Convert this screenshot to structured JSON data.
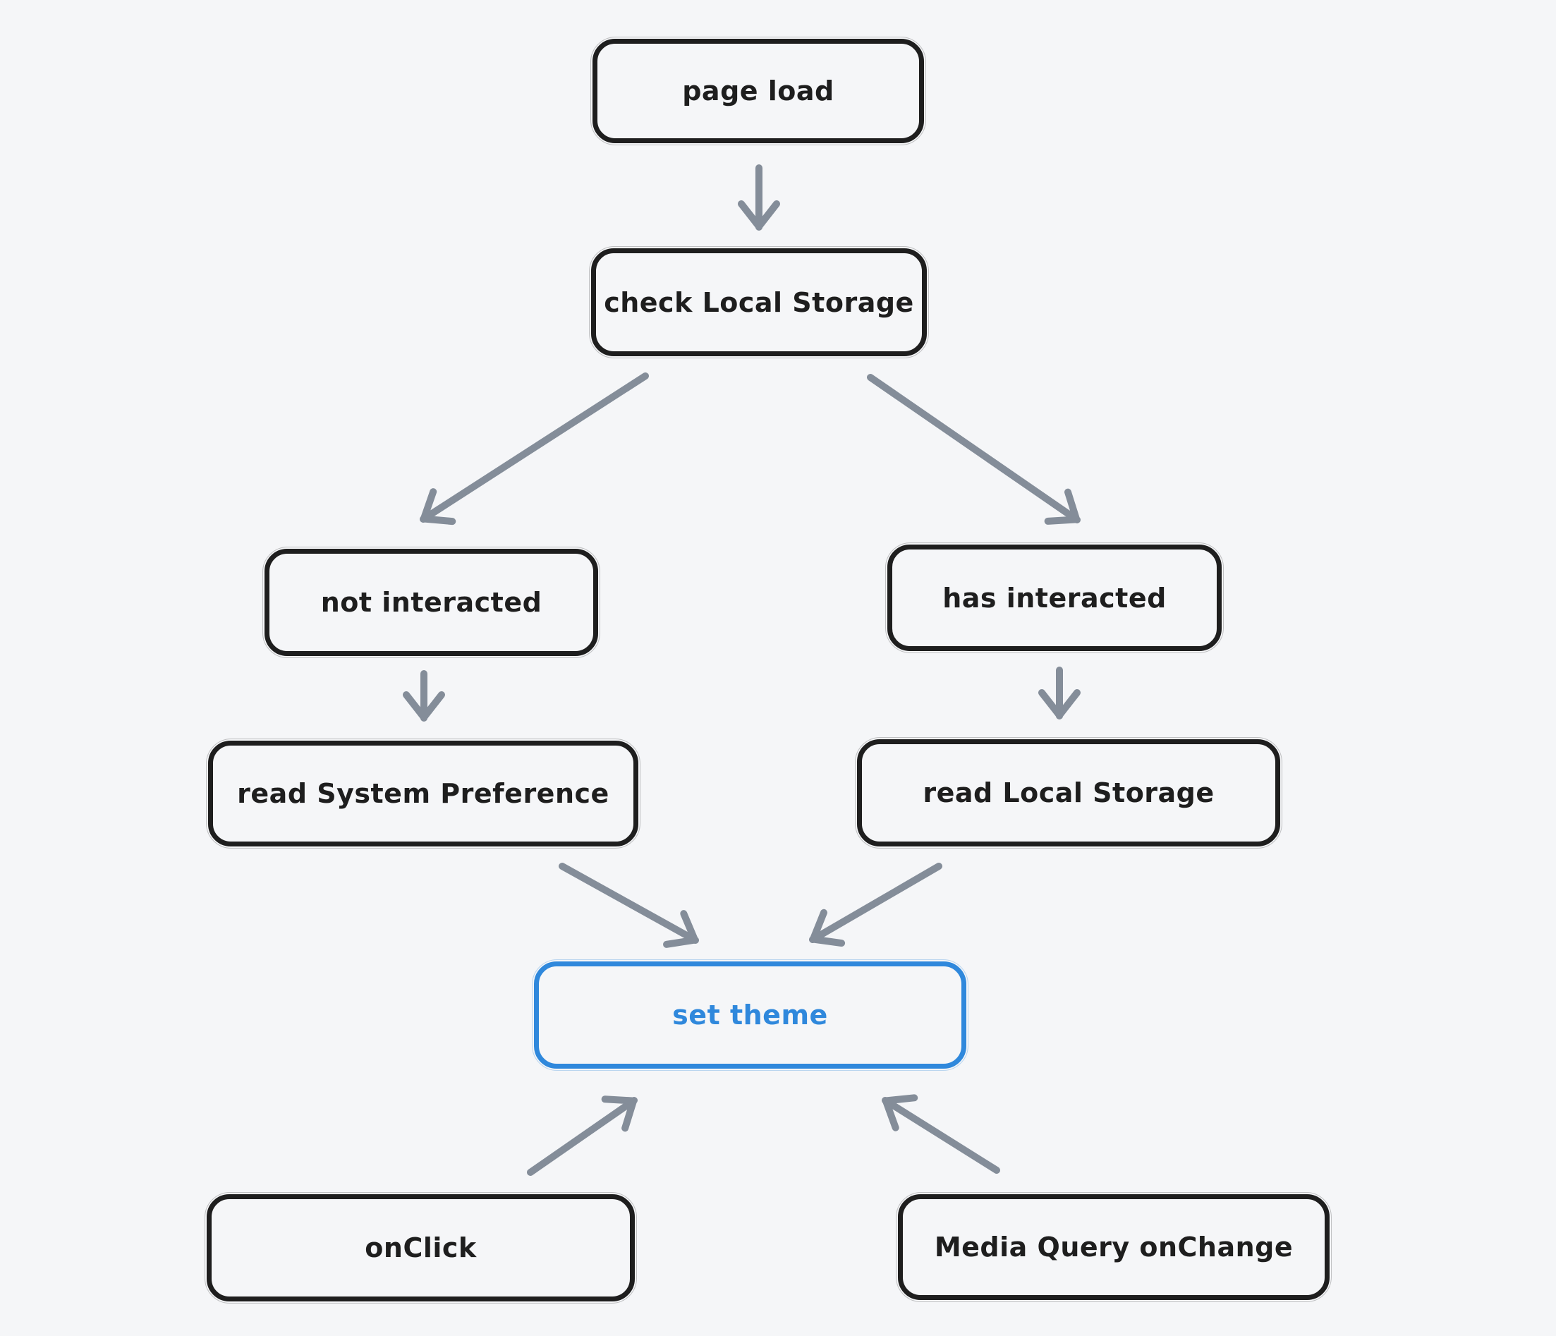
{
  "diagram": {
    "type": "flowchart",
    "background_color": "#f5f6f8",
    "node_stroke_color": "#1e1e1e",
    "accent_color": "#2f88dc",
    "arrow_color": "#848d99",
    "nodes": [
      {
        "id": "page-load",
        "label": "page load"
      },
      {
        "id": "check-local-storage",
        "label": "check Local Storage"
      },
      {
        "id": "not-interacted",
        "label": "not interacted"
      },
      {
        "id": "has-interacted",
        "label": "has interacted"
      },
      {
        "id": "read-system-pref",
        "label": "read System Preference"
      },
      {
        "id": "read-local-storage",
        "label": "read Local Storage"
      },
      {
        "id": "set-theme",
        "label": "set theme",
        "accent": true
      },
      {
        "id": "onclick",
        "label": "onClick"
      },
      {
        "id": "media-query-onchange",
        "label": "Media Query onChange"
      }
    ],
    "edges": [
      {
        "from": "page-load",
        "to": "check-local-storage"
      },
      {
        "from": "check-local-storage",
        "to": "not-interacted"
      },
      {
        "from": "check-local-storage",
        "to": "has-interacted"
      },
      {
        "from": "not-interacted",
        "to": "read-system-pref"
      },
      {
        "from": "has-interacted",
        "to": "read-local-storage"
      },
      {
        "from": "read-system-pref",
        "to": "set-theme"
      },
      {
        "from": "read-local-storage",
        "to": "set-theme"
      },
      {
        "from": "onclick",
        "to": "set-theme"
      },
      {
        "from": "media-query-onchange",
        "to": "set-theme"
      }
    ]
  }
}
